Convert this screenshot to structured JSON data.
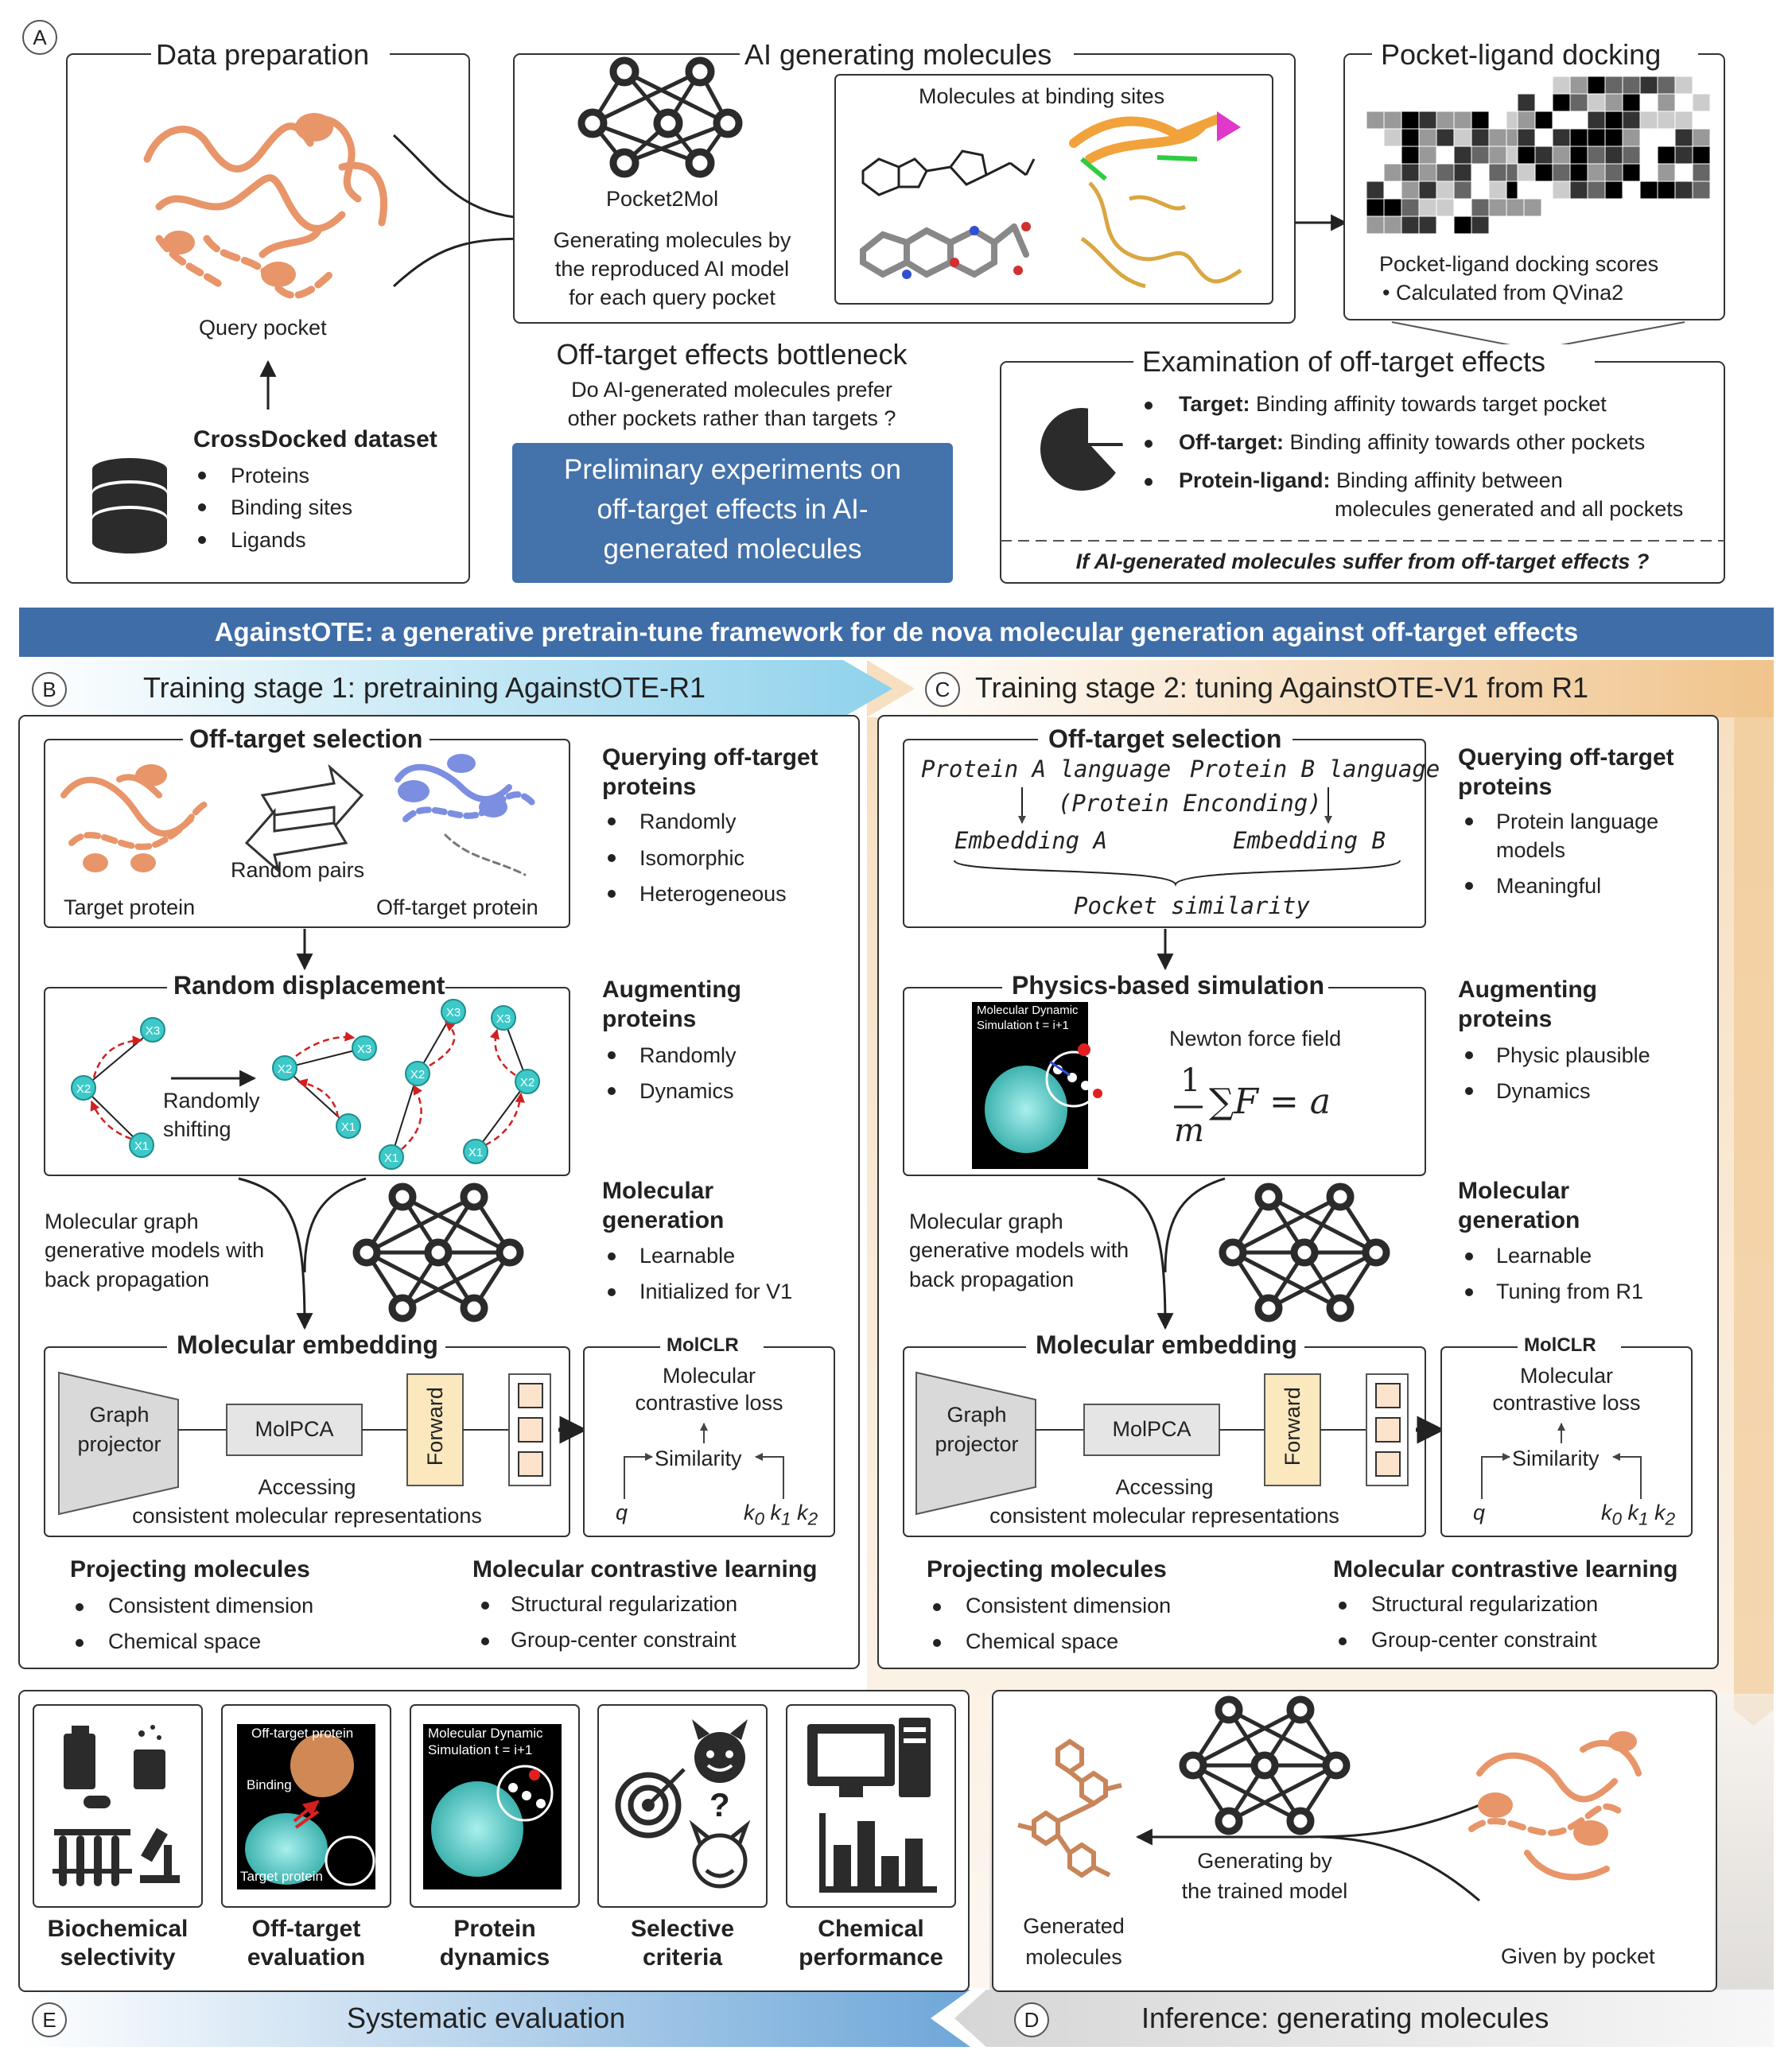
{
  "panels": {
    "a": {
      "letter": "A",
      "data_prep": {
        "title": "Data preparation",
        "query_pocket": "Query pocket",
        "dataset": "CrossDocked dataset",
        "items": [
          "Proteins",
          "Binding sites",
          "Ligands"
        ]
      },
      "ai_gen": {
        "title": "AI generating molecules",
        "model": "Pocket2Mol",
        "desc": [
          "Generating molecules by",
          "the reproduced AI model",
          "for each query pocket"
        ],
        "binding": "Molecules at binding sites"
      },
      "docking": {
        "title": "Pocket-ligand docking",
        "scores": "Pocket-ligand docking scores",
        "calc": "Calculated from QVina2"
      },
      "bottleneck": {
        "title": "Off-target effects bottleneck",
        "question": [
          "Do AI-generated molecules prefer",
          "other pockets rather than targets ?"
        ],
        "prelim": [
          "Preliminary experiments on",
          "off-target effects in AI-",
          "generated molecules"
        ]
      },
      "exam": {
        "title": "Examination of off-target effects",
        "target_label": "Target:",
        "target_text": "Binding affinity towards target pocket",
        "off_label": "Off-target:",
        "off_text": "Binding affinity towards other pockets",
        "pl_label": "Protein-ligand:",
        "pl_text1": "Binding affinity between",
        "pl_text2": "molecules generated and all pockets",
        "question": "If AI-generated molecules suffer from off-target effects ?"
      }
    },
    "banner": "AgainstOTE: a generative pretrain-tune framework for de nova molecular generation against off-target effects",
    "b": {
      "letter": "B",
      "stage": "Training stage 1: pretraining AgainstOTE-R1",
      "off_sel": "Off-target selection",
      "random_pairs": "Random pairs",
      "target_protein": "Target protein",
      "offtarget_protein": "Off-target protein",
      "query_head": [
        "Querying off-target",
        "proteins"
      ],
      "query_items": [
        "Randomly",
        "Isomorphic",
        "Heterogeneous"
      ],
      "rand_disp": "Random displacement",
      "rand_shift": [
        "Randomly",
        "shifting"
      ],
      "aug_head": [
        "Augmenting",
        "proteins"
      ],
      "aug_items": [
        "Randomly",
        "Dynamics"
      ],
      "graph_text": [
        "Molecular graph",
        "generative models with",
        "back propagation"
      ],
      "gen_head": [
        "Molecular",
        "generation"
      ],
      "gen_items": [
        "Learnable",
        "Initialized for V1"
      ],
      "mol_emb": "Molecular embedding",
      "graph_proj": [
        "Graph",
        "projector"
      ],
      "molpca": "MolPCA",
      "forward": "Forward",
      "accessing": [
        "Accessing",
        "consistent molecular representations"
      ],
      "molclr": "MolCLR",
      "contrastive": [
        "Molecular",
        "contrastive loss"
      ],
      "similarity": "Similarity",
      "q": "q",
      "k0": "k",
      "proj_head": "Projecting molecules",
      "proj_items": [
        "Consistent dimension",
        "Chemical space"
      ],
      "cl_head": "Molecular contrastive learning",
      "cl_items": [
        "Structural regularization",
        "Group-center constraint"
      ]
    },
    "c": {
      "letter": "C",
      "stage": "Training stage 2: tuning AgainstOTE-V1 from R1",
      "off_sel": "Off-target selection",
      "protein_a": "Protein A language",
      "protein_b": "Protein B language",
      "encoding": "(Protein Enconding)",
      "emb_a": "Embedding A",
      "emb_b": "Embedding B",
      "pocket_sim": "Pocket similarity",
      "query_head": [
        "Querying off-target",
        "proteins"
      ],
      "query_items": [
        "Protein language",
        "models",
        "Meaningful"
      ],
      "physics": "Physics-based simulation",
      "md_label": [
        "Molecular Dynamic",
        "Simulation t = i+1"
      ],
      "newton": "Newton force field",
      "aug_head": [
        "Augmenting",
        "proteins"
      ],
      "aug_items": [
        "Physic plausible",
        "Dynamics"
      ],
      "graph_text": [
        "Molecular graph",
        "generative models with",
        "back propagation"
      ],
      "gen_head": [
        "Molecular",
        "generation"
      ],
      "gen_items": [
        "Learnable",
        "Tuning from R1"
      ],
      "mol_emb": "Molecular embedding",
      "proj_head": "Projecting molecules",
      "proj_items": [
        "Consistent dimension",
        "Chemical space"
      ],
      "cl_head": "Molecular contrastive learning",
      "cl_items": [
        "Structural regularization",
        "Group-center constraint"
      ]
    },
    "e": {
      "letter": "E",
      "title": "Systematic evaluation",
      "cards": [
        [
          "Biochemical",
          "selectivity"
        ],
        [
          "Off-target",
          "evaluation"
        ],
        [
          "Protein",
          "dynamics"
        ],
        [
          "Selective",
          "criteria"
        ],
        [
          "Chemical",
          "performance"
        ]
      ],
      "off_inset": [
        "Off-target protein",
        "Binding",
        "Target protein"
      ],
      "md_label": [
        "Molecular Dynamic",
        "Simulation t = i+1"
      ]
    },
    "d": {
      "letter": "D",
      "title": "Inference: generating molecules",
      "generating": [
        "Generating by",
        "the trained model"
      ],
      "generated": [
        "Generated",
        "molecules"
      ],
      "given": "Given by pocket"
    }
  },
  "colors": {
    "protein": "#e8956a",
    "protein_blue": "#7b8ee0",
    "banner": "#3e6da8",
    "node_teal": "#3ec9c9",
    "forward_box": "#fbe8bf",
    "arrow_red": "#d02020",
    "orange_fade": "#f0c48c"
  }
}
